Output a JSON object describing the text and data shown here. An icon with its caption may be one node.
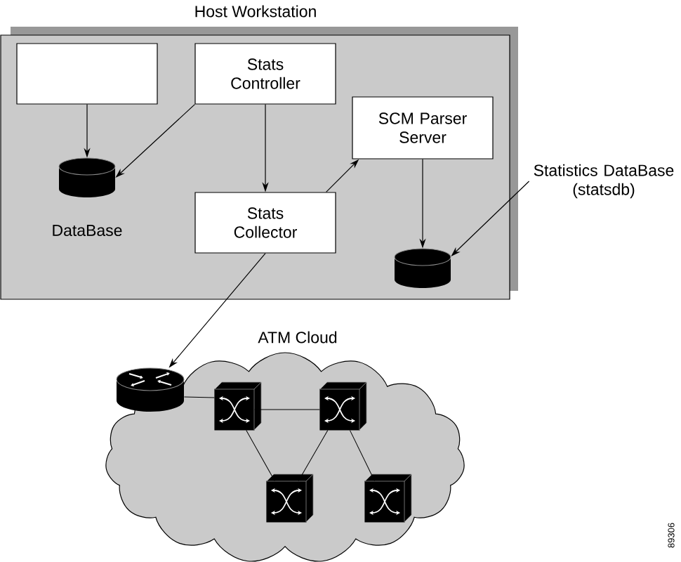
{
  "diagram": {
    "nodes": [
      {
        "text": [
          "Host Workstation"
        ]
      },
      {
        "text": [],
        "shape": "box",
        "in": 0
      },
      {
        "text": [
          "Stats Controller"
        ],
        "in": 0
      },
      {
        "text": [
          "SCM Parser Server"
        ],
        "in": 0
      },
      {
        "text": [
          "DataBase"
        ],
        "in": 0
      },
      {
        "text": [
          "Stats Collector"
        ],
        "in": 0
      },
      {
        "text": [],
        "shape": "cylinder",
        "in": 0
      },
      {
        "text": [
          "Statistics DataBase (statsdb)"
        ]
      },
      {
        "text": [
          "ATM Cloud"
        ]
      },
      {
        "text": [],
        "shape": "cylinder",
        "in": 8
      },
      {
        "text": [],
        "shape": "box",
        "in": 8
      },
      {
        "text": [],
        "shape": "box",
        "in": 8
      },
      {
        "text": [],
        "shape": "box",
        "in": 8
      },
      {
        "text": [],
        "shape": "box",
        "in": 8
      }
    ],
    "edges": [
      {
        "from": 1,
        "to": 4,
        "arrow": "to"
      },
      {
        "from": 2,
        "to": 4,
        "arrow": "to"
      },
      {
        "from": 2,
        "to": 5,
        "arrow": "to"
      },
      {
        "from": 5,
        "to": 3,
        "arrow": "to"
      },
      {
        "from": 3,
        "to": 6,
        "arrow": "to"
      },
      {
        "from": 7,
        "to": 6,
        "arrow": "to"
      },
      {
        "from": 5,
        "to": 9,
        "arrow": "to"
      },
      {
        "from": 9,
        "to": 10,
        "arrow": "none"
      },
      {
        "from": 10,
        "to": 11,
        "arrow": "none"
      },
      {
        "from": 10,
        "to": 12,
        "arrow": "none"
      },
      {
        "from": 11,
        "to": 12,
        "arrow": "none"
      },
      {
        "from": 11,
        "to": 13,
        "arrow": "none"
      }
    ],
    "labels": [
      "89306"
    ]
  }
}
